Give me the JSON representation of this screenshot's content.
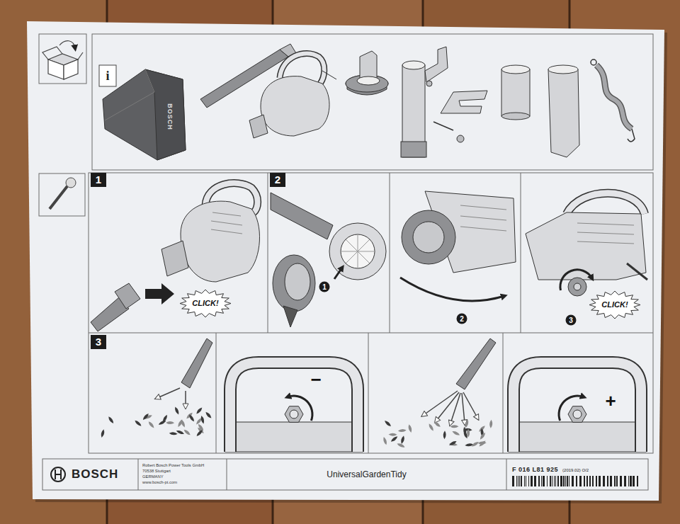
{
  "diagram": {
    "nodes": [
      {
        "text": [
          "1"
        ]
      },
      {
        "text": [
          "CLICK!"
        ]
      },
      {
        "text": [
          "2"
        ]
      },
      {
        "text": [
          "CLICK!"
        ]
      },
      {
        "text": [
          "3"
        ]
      },
      {
        "text": [
          "BOSCH"
        ]
      },
      {
        "text": [
          "Robert Bosch Power Tools GmbH",
          "70538 Stuttgart",
          "GERMANY",
          "www.bosch-pt.com"
        ]
      },
      {
        "text": [
          "UniversalGardenTidy"
        ]
      },
      {
        "text": [
          "F 016 L81 925",
          "(2019.02) O/2"
        ]
      }
    ],
    "labels": [
      "i",
      "BOSCH",
      "1",
      "2",
      "3",
      "−",
      "+"
    ]
  }
}
